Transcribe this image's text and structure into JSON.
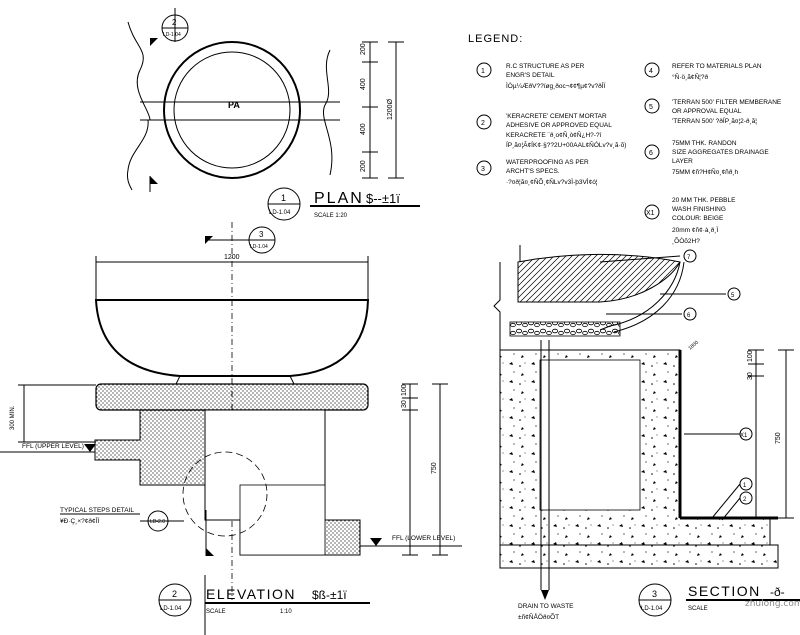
{
  "legend": {
    "title": "LEGEND:",
    "items": [
      {
        "key": "1",
        "lines": [
          "R.C STRUCTURE AS PER",
          "ENGR'S DETAIL",
          "ÌÒµ¼ÆðV??ïøg¸ðoc¬¢¢¶µ¢?v?ðÌÏ"
        ]
      },
      {
        "key": "2",
        "lines": [
          "'KERACRETE' CEMENT MORTAR",
          "ADHESIVE OR APPROVED EQUAL",
          "KERACRETE ¨ð¸o¢Ñ¸ò¢Ñ¿H?-?î",
          "ÍP¸ã¤¦Ã¢ÍK¢·§??2U+00AAL¢ÑÓLv?v¸ã·õ)"
        ]
      },
      {
        "key": "3",
        "lines": [
          "WATERPROOFING AS PER",
          "ARCHT'S SPECS.",
          "·?¤ð¦ã¤¸¢ÑÕ¸¢ÑLv?v3Ï-þ3VÌ¢ó¦"
        ]
      },
      {
        "key": "4",
        "lines": [
          "REFER TO MATERIALS PLAN",
          "°Ñ·ö¸ã¢Ñ¦?ð"
        ]
      },
      {
        "key": "5",
        "lines": [
          "'TERRAN 500' FILTER MEMBERANE",
          "OR APPROVAL EQUAL",
          "'TERRAN 500' ?ðÍP¸ã¤¦2-ð¸ã¦"
        ]
      },
      {
        "key": "6",
        "lines": [
          "75MM THK. RANDON",
          "SIZE AGGREGATES DRAINAGE",
          "LAYER",
          "75MM ¢ñ?H¢Ñ¤¸¢ñð¸h"
        ]
      },
      {
        "key": "X1",
        "lines": [
          "20 MM THK. PEBBLE",
          "WASH FINISHING",
          "COLOUR: BEIGE",
          "20mm ¢ñ¢·à¸ð¸Ï",
          "¸ÕÒõ2H?"
        ]
      }
    ]
  },
  "plan": {
    "title": "PLAN",
    "suffix": "$--±1ï",
    "scale": "SCALE 1:20",
    "bubble_num": "1",
    "bubble_ref": "LD-1.04",
    "label_pa": "PA",
    "dims": [
      "200",
      "400",
      "400",
      "200"
    ],
    "dim_total": "1200Ø",
    "section_cut_num": "2",
    "section_cut_ref": "LD-1.04"
  },
  "elevation": {
    "title": "ELEVATION",
    "suffix": "$ß-±1ï",
    "scale_label": "SCALE",
    "scale_value": "1:10",
    "bubble_num": "2",
    "bubble_ref": "LD-1.04",
    "dim_width": "1200",
    "dim_left": "300 MIN.",
    "dims_right": [
      "100",
      "30",
      "750"
    ],
    "ffl_upper": "FFL (UPPER LEVEL)",
    "ffl_lower": "FFL (LOWER LEVEL)",
    "steps_note": [
      "TYPICAL STEPS DETAIL",
      "¥Ð·Ç¸×?¢ð¢ÌÏ"
    ],
    "steps_ref": "LD-2.0",
    "section_cut_num": "3",
    "section_cut_ref": "LD-1.04"
  },
  "section": {
    "title": "SECTION",
    "suffix": "-ð-",
    "scale_label": "SCALE",
    "bubble_num": "3",
    "bubble_ref": "LD-1.04",
    "drain": [
      "DRAIN TO WASTE",
      "±ñ¢ÑÅÖð¤ÕT"
    ],
    "dims_right": [
      "100",
      "30",
      "750"
    ],
    "dim_top": "1800",
    "callouts": [
      "7",
      "5",
      "6",
      "X1",
      "1",
      "2"
    ]
  },
  "watermark": "zhulong.com"
}
